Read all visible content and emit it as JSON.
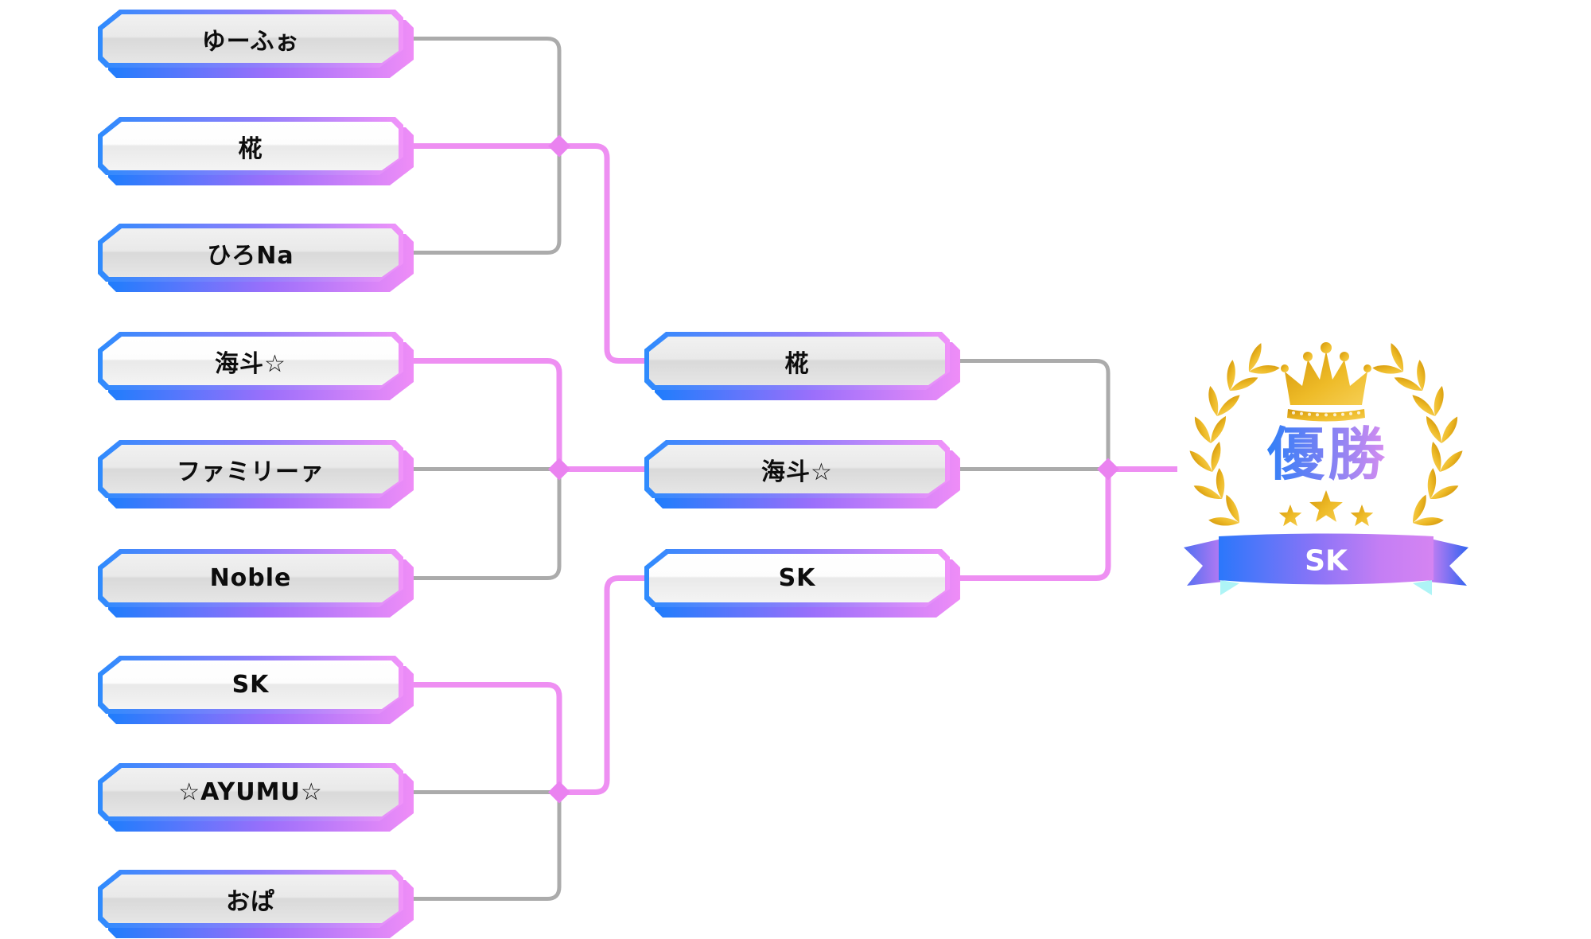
{
  "bracket": {
    "round1": [
      {
        "name": "ゆーふぉ",
        "advanced": false
      },
      {
        "name": "椛",
        "advanced": true
      },
      {
        "name": "ひろNa",
        "advanced": false
      },
      {
        "name": "海斗☆",
        "advanced": true
      },
      {
        "name": "ファミリーァ",
        "advanced": false
      },
      {
        "name": "Noble",
        "advanced": false
      },
      {
        "name": "SK",
        "advanced": true
      },
      {
        "name": "☆AYUMU☆",
        "advanced": false
      },
      {
        "name": "おぱ",
        "advanced": false
      }
    ],
    "round2": [
      {
        "name": "椛",
        "advanced": false
      },
      {
        "name": "海斗☆",
        "advanced": false
      },
      {
        "name": "SK",
        "advanced": true
      }
    ],
    "champion": {
      "label": "優勝",
      "name": "SK"
    }
  },
  "colors": {
    "winner_line": "#ee8ff2",
    "loser_line": "#ababab",
    "junction_diamond": "#ea82f0",
    "box_border_blue": "#2e8bfd",
    "box_border_pink": "#f193f9",
    "gold": "#e8ae14",
    "ribbon_blue": "#2b77fb",
    "ribbon_pink": "#d584f2",
    "champ_text_blue": "#3180f7",
    "champ_text_pink": "#d98df0"
  }
}
